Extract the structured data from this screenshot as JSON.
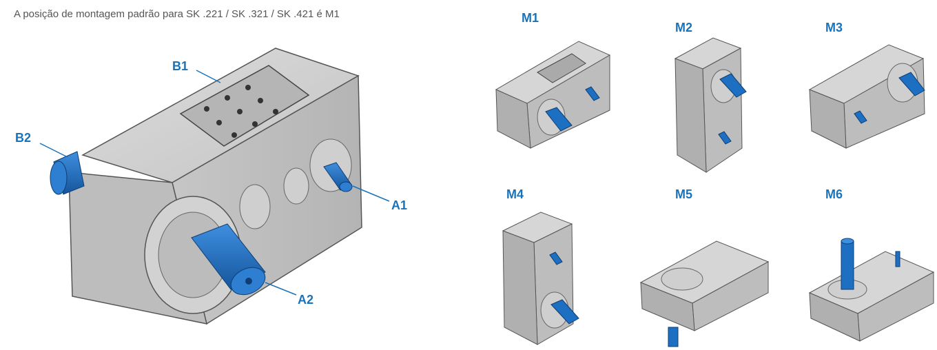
{
  "caption": "A posição de montagem padrão para SK .221 / SK .321 / SK .421 é M1",
  "callouts": {
    "b1": "B1",
    "b2": "B2",
    "a1": "A1",
    "a2": "A2"
  },
  "positions": {
    "m1": "M1",
    "m2": "M2",
    "m3": "M3",
    "m4": "M4",
    "m5": "M5",
    "m6": "M6"
  },
  "colors": {
    "shaft": "#1d6fc2",
    "housing": "#c9c9c9",
    "housing_dark": "#9a9a9a",
    "label": "#1a73b8"
  }
}
